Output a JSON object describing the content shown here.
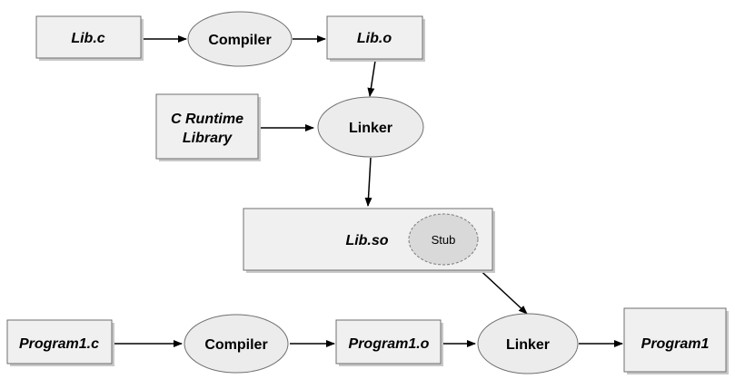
{
  "nodes": {
    "lib_c": "Lib.c",
    "compiler_1": "Compiler",
    "lib_o": "Lib.o",
    "c_runtime_line1": "C Runtime",
    "c_runtime_line2": "Library",
    "linker_1": "Linker",
    "lib_so": "Lib.so",
    "stub": "Stub",
    "program1_c": "Program1.c",
    "compiler_2": "Compiler",
    "program1_o": "Program1.o",
    "linker_2": "Linker",
    "program1": "Program1"
  }
}
